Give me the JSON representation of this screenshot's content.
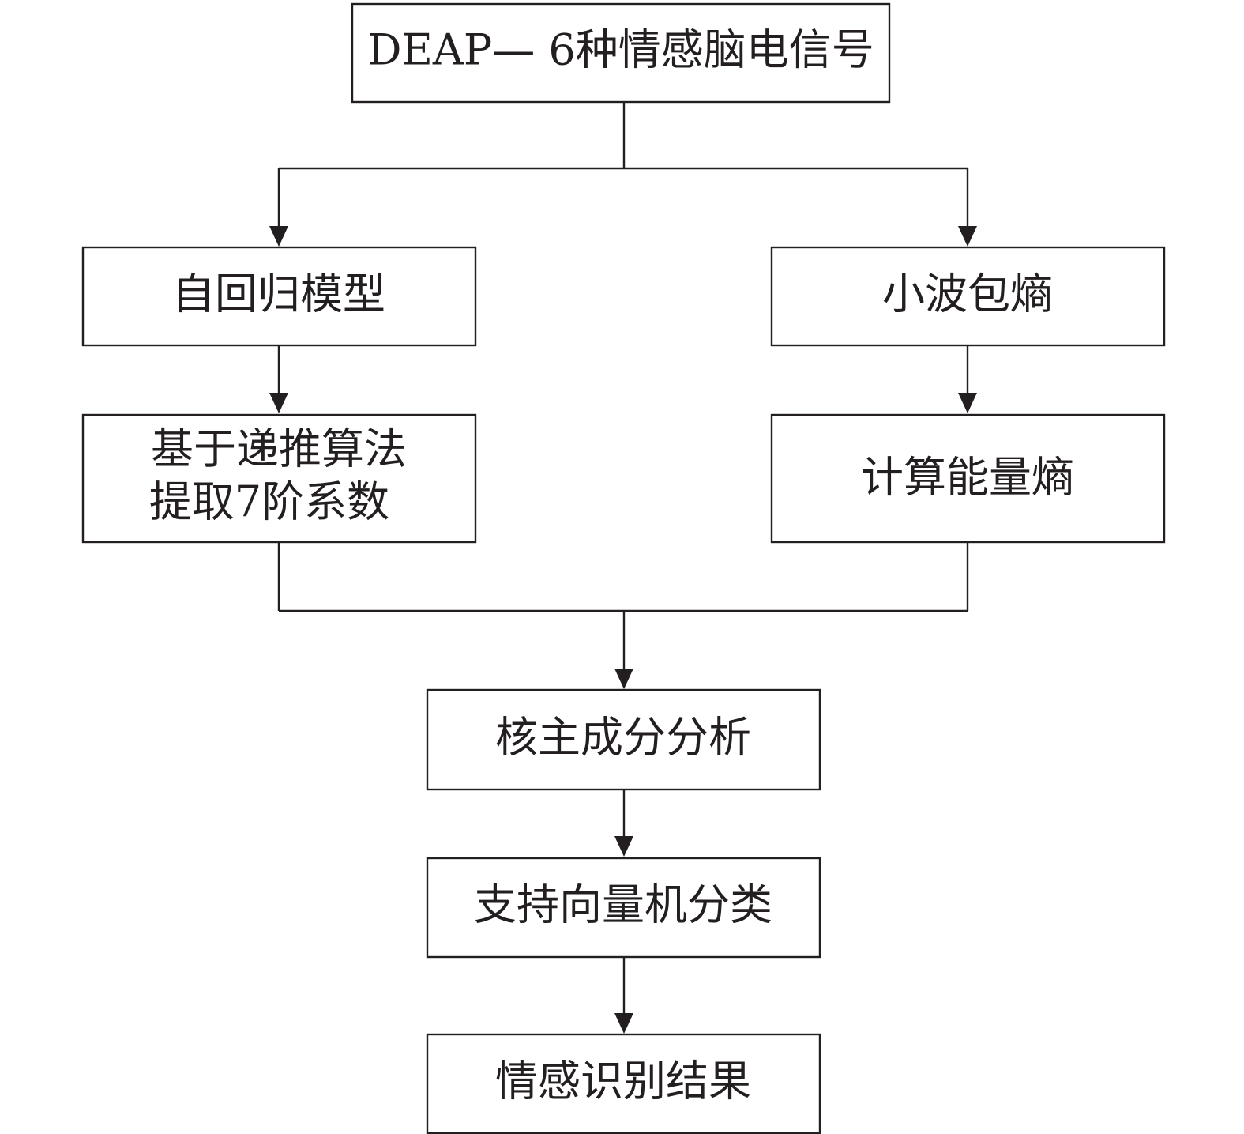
{
  "nodes": {
    "source": {
      "label": "DEAP— 6种情感脑电信号"
    },
    "autoregressive": {
      "label": "自回归模型"
    },
    "wavelet_entropy": {
      "label": "小波包熵"
    },
    "recursive_extract": {
      "lines": [
        "基于递推算法",
        "提取7阶系数"
      ]
    },
    "energy_entropy": {
      "label": "计算能量熵"
    },
    "kpca": {
      "label": "核主成分分析"
    },
    "svm": {
      "label": "支持向量机分类"
    },
    "result": {
      "label": "情感识别结果"
    }
  },
  "colors": {
    "stroke": "#231f20",
    "background": "#ffffff"
  }
}
